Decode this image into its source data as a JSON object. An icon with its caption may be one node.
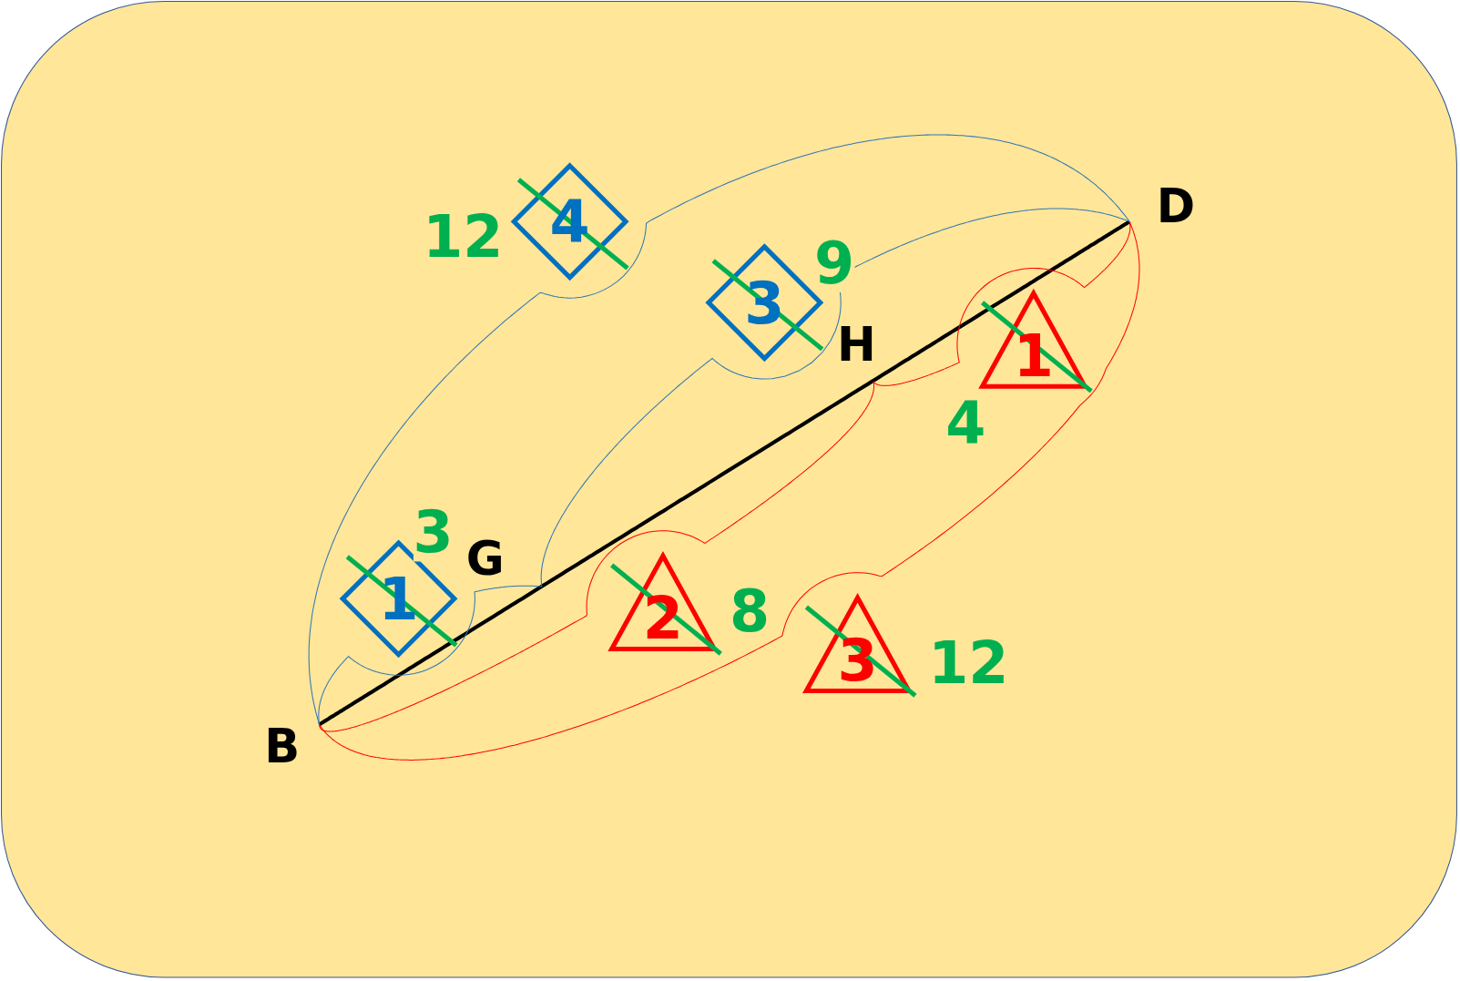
{
  "diagram": {
    "nodes": [
      {
        "text": [
          "4"
        ],
        "beside": [
          "12"
        ]
      },
      {
        "text": [
          "D"
        ]
      },
      {
        "text": [
          "3"
        ],
        "beside": [
          "9"
        ]
      },
      {
        "text": [
          "H"
        ]
      },
      {
        "text": [
          "1"
        ],
        "beside": [
          "4"
        ]
      },
      {
        "text": [
          "G"
        ]
      },
      {
        "text": [
          "1"
        ],
        "beside": [
          "3"
        ]
      },
      {
        "text": [
          "2"
        ],
        "beside": [
          "8"
        ]
      },
      {
        "text": [
          "3"
        ],
        "beside": [
          "12"
        ]
      },
      {
        "text": [
          "B"
        ]
      }
    ],
    "edges": [
      {
        "from": 9,
        "to": 1,
        "arrow": "none",
        "style": "thick",
        "color": "#000000"
      },
      {
        "from": 9,
        "to": 1,
        "arrow": "none",
        "color": "#2e75b6"
      },
      {
        "from": 5,
        "to": 1,
        "arrow": "none",
        "color": "#2e75b6"
      },
      {
        "from": 9,
        "to": 5,
        "arrow": "none",
        "color": "#2e75b6"
      },
      {
        "from": 3,
        "to": 1,
        "arrow": "none",
        "color": "#ff0000"
      },
      {
        "from": 9,
        "to": 3,
        "arrow": "none",
        "color": "#ff0000"
      },
      {
        "from": 9,
        "to": 1,
        "arrow": "none",
        "color": "#ff0000"
      }
    ]
  }
}
